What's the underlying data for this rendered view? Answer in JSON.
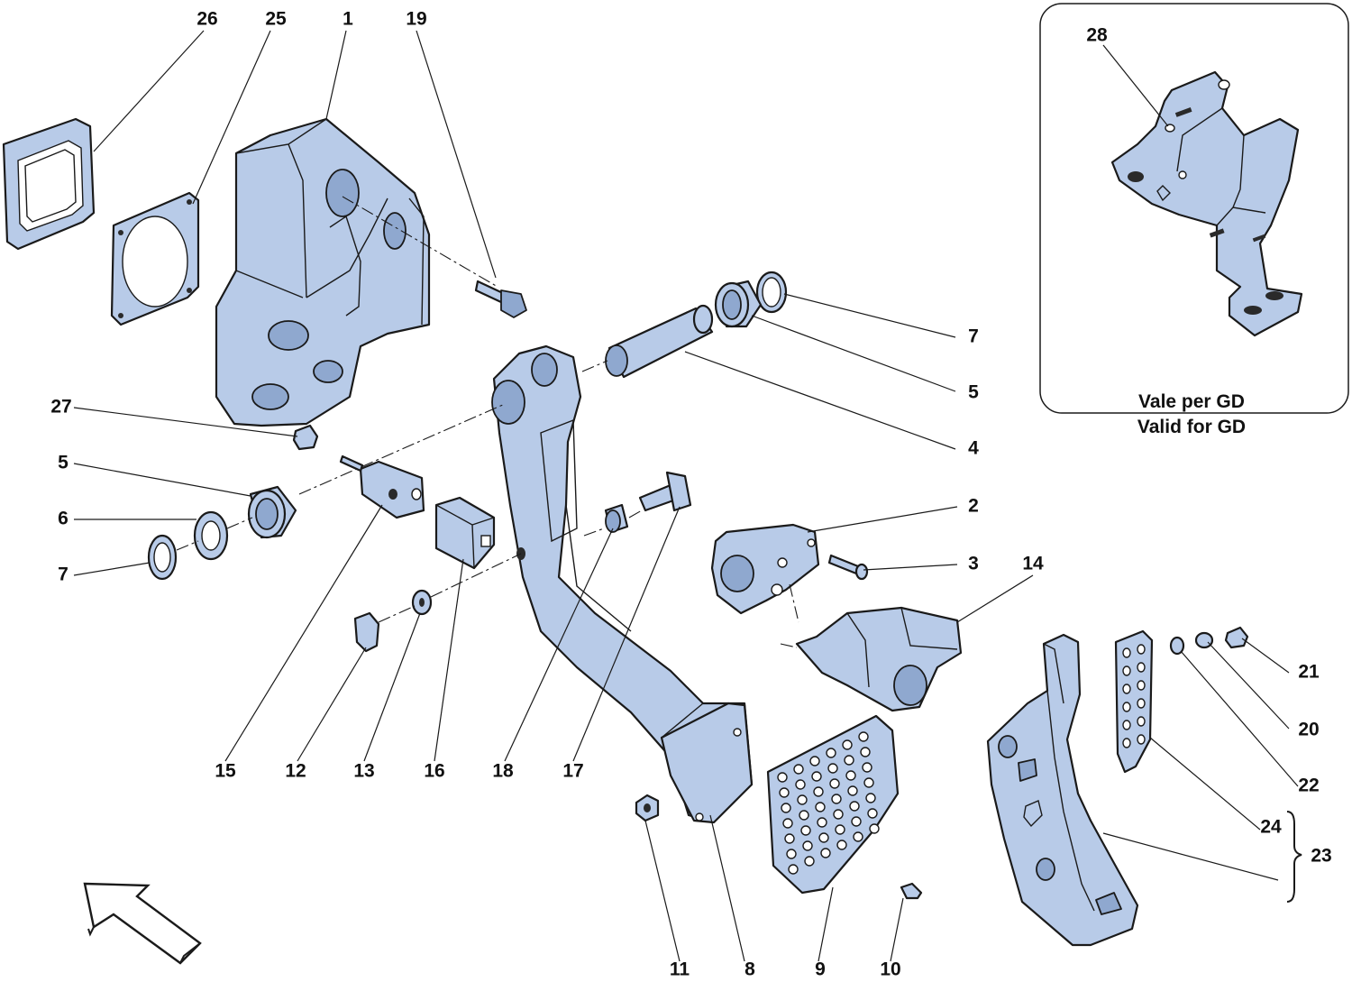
{
  "diagram": {
    "callouts": [
      {
        "id": "c26",
        "label": "26"
      },
      {
        "id": "c25",
        "label": "25"
      },
      {
        "id": "c1",
        "label": "1"
      },
      {
        "id": "c19",
        "label": "19"
      },
      {
        "id": "c28",
        "label": "28"
      },
      {
        "id": "c7a",
        "label": "7"
      },
      {
        "id": "c5a",
        "label": "5"
      },
      {
        "id": "c4",
        "label": "4"
      },
      {
        "id": "c27",
        "label": "27"
      },
      {
        "id": "c5b",
        "label": "5"
      },
      {
        "id": "c6",
        "label": "6"
      },
      {
        "id": "c7b",
        "label": "7"
      },
      {
        "id": "c2",
        "label": "2"
      },
      {
        "id": "c3",
        "label": "3"
      },
      {
        "id": "c14",
        "label": "14"
      },
      {
        "id": "c21",
        "label": "21"
      },
      {
        "id": "c20",
        "label": "20"
      },
      {
        "id": "c22",
        "label": "22"
      },
      {
        "id": "c24",
        "label": "24"
      },
      {
        "id": "c23",
        "label": "23"
      },
      {
        "id": "c15",
        "label": "15"
      },
      {
        "id": "c12",
        "label": "12"
      },
      {
        "id": "c13",
        "label": "13"
      },
      {
        "id": "c16",
        "label": "16"
      },
      {
        "id": "c18",
        "label": "18"
      },
      {
        "id": "c17",
        "label": "17"
      },
      {
        "id": "c11",
        "label": "11"
      },
      {
        "id": "c8",
        "label": "8"
      },
      {
        "id": "c9",
        "label": "9"
      },
      {
        "id": "c10",
        "label": "10"
      }
    ],
    "inset": {
      "note_line1": "Vale per GD",
      "note_line2": "Valid for GD"
    },
    "colors": {
      "part_fill": "#b8cbe8",
      "outline": "#1a1a1a"
    },
    "icons": [
      "direction-arrow-icon"
    ]
  }
}
